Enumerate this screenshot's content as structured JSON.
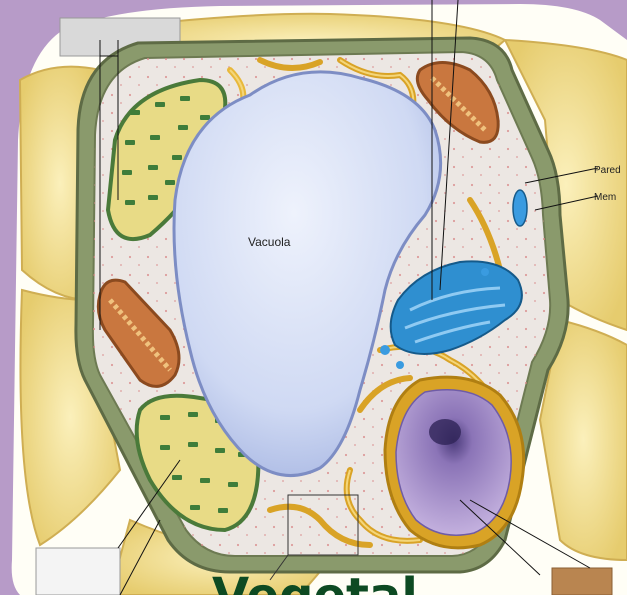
{
  "diagram": {
    "labels": {
      "vacuole": "Vacuola",
      "cell_wall": "Pared",
      "membrane": "Mem"
    },
    "title_fragment": "Vegetal"
  },
  "colors": {
    "background": "#b79bc8",
    "surrounding_cells": "#f0dc8e",
    "cell_wall": "#7f8f63",
    "cytoplasm": "#ece7e3",
    "vacuole": "#cfd9f3",
    "chloroplast": "#e9dc86",
    "mitochondria": "#cf7d45",
    "golgi": "#2f8fd0",
    "nucleus": "#a98bc7",
    "title": "#0d4a22"
  }
}
